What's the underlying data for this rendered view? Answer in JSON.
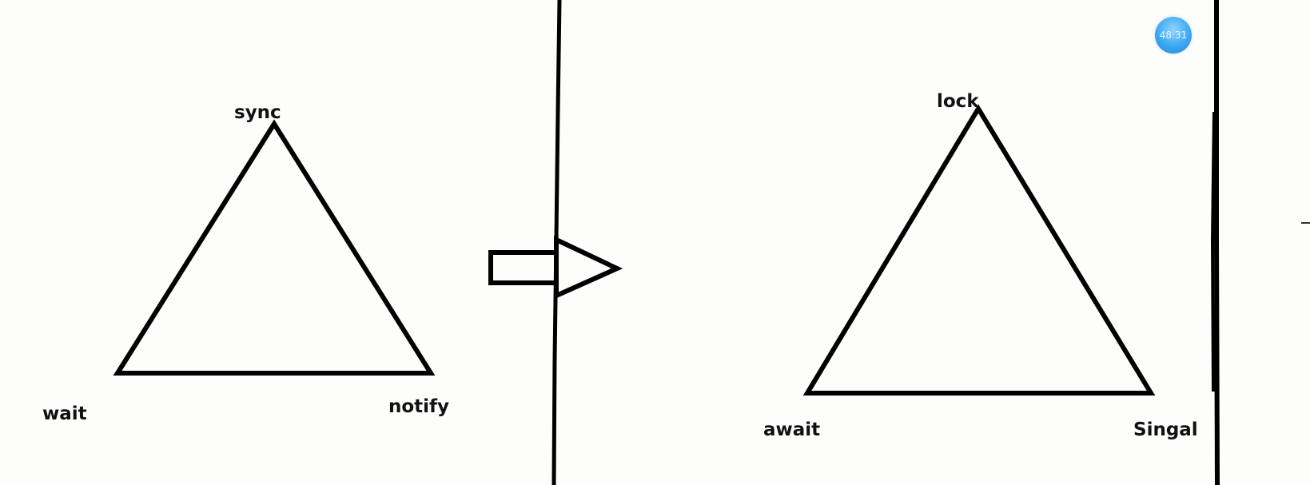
{
  "diagram": {
    "left_triangle": {
      "top_label": "sync",
      "bottom_left_label": "wait",
      "bottom_right_label": "notify"
    },
    "right_triangle": {
      "top_label": "lock",
      "bottom_left_label": "await",
      "bottom_right_label": "Singal"
    }
  },
  "timer": {
    "label": "48:31"
  },
  "colors": {
    "ink": "#000000",
    "background": "#fdfdfc",
    "badge": "#3da8f2"
  }
}
